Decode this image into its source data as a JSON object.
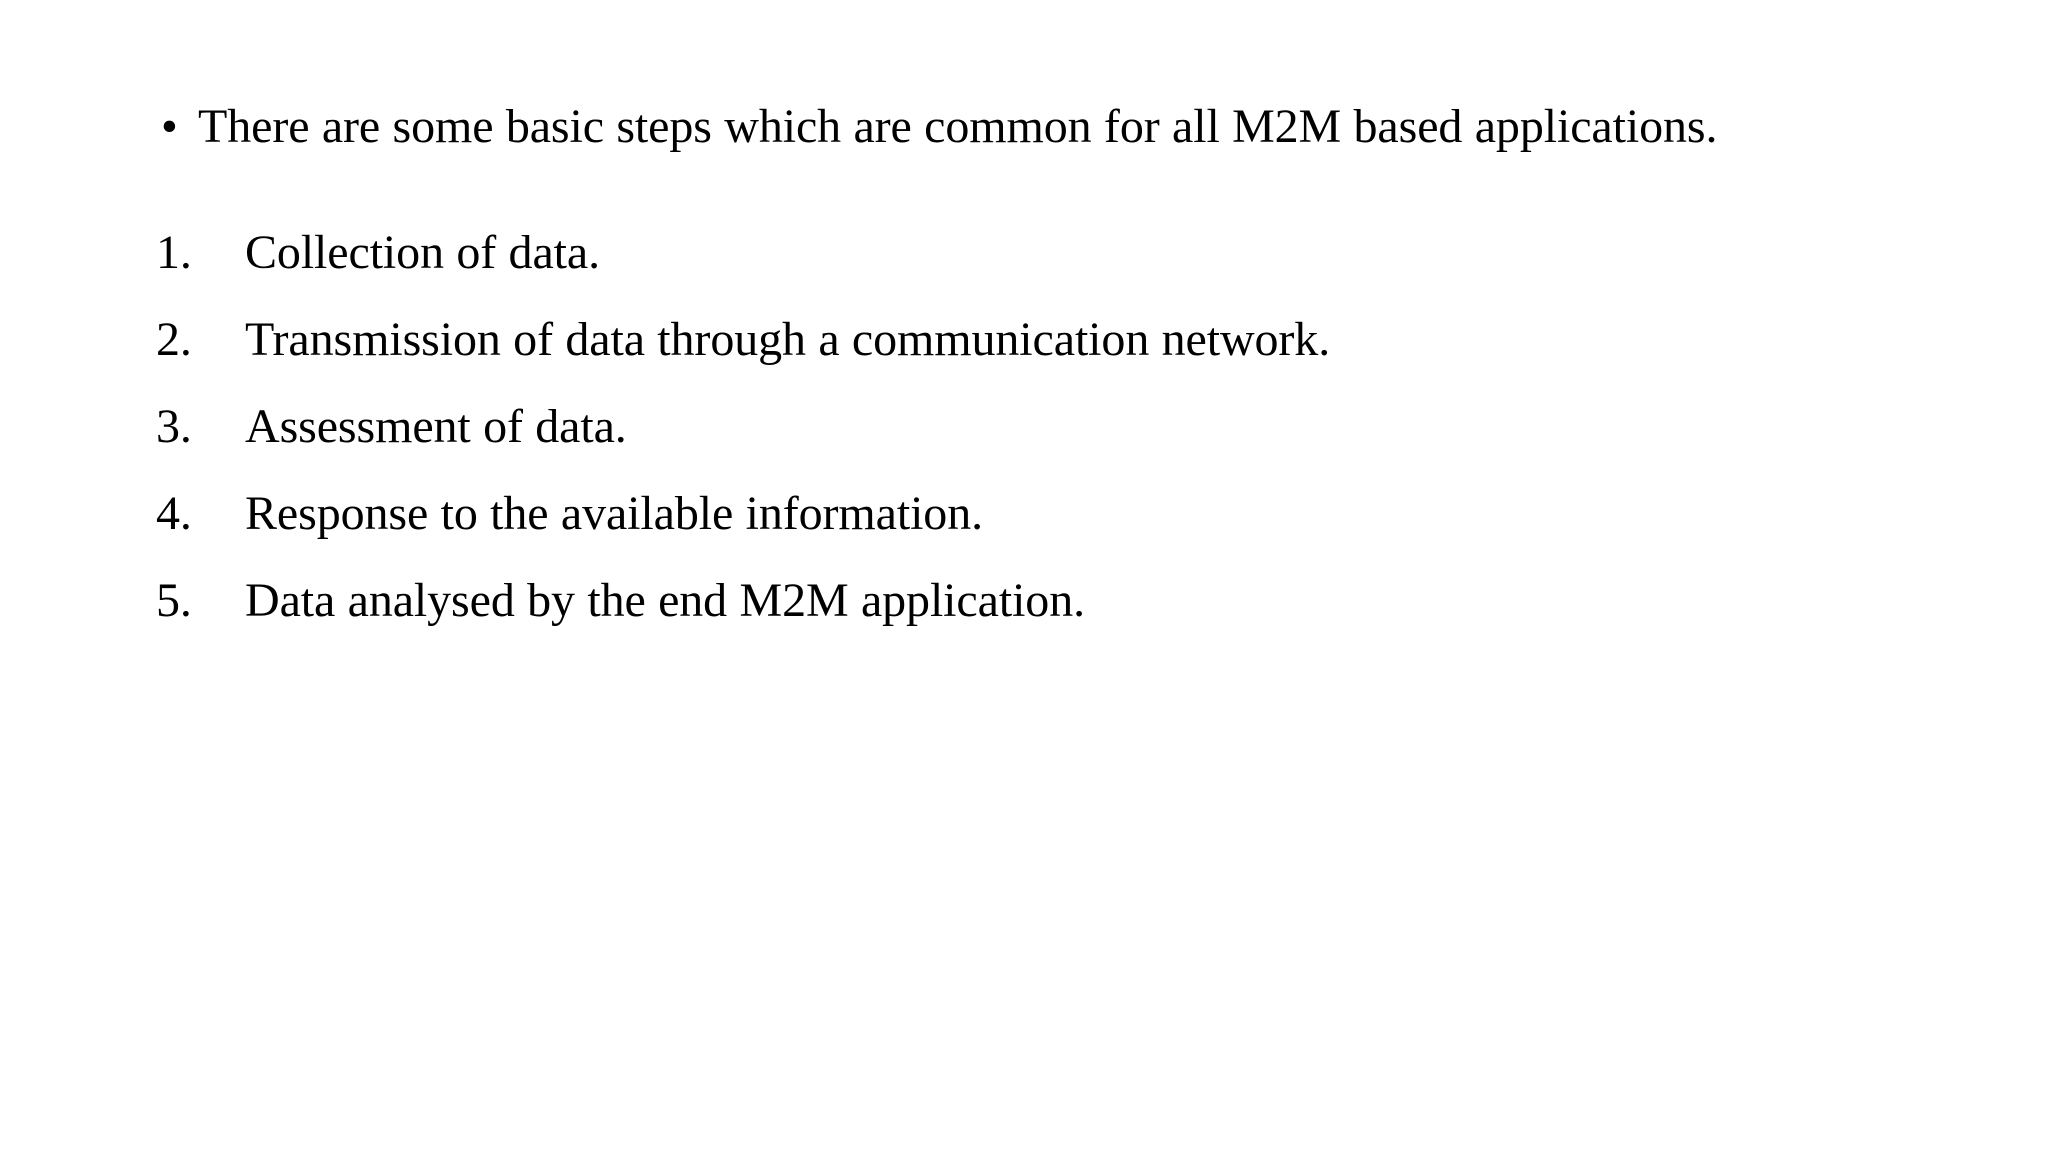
{
  "slide": {
    "background_color": "#ffffff",
    "text_color": "#000000",
    "bullets": [
      {
        "marker": "•",
        "text": "There are some basic steps which are common for all M2M based applications."
      }
    ],
    "numbered_steps": [
      {
        "number": "1.",
        "text": "Collection of data."
      },
      {
        "number": "2.",
        "text": "Transmission of data through a communication network."
      },
      {
        "number": "3.",
        "text": "Assessment of data."
      },
      {
        "number": "4.",
        "text": "Response to the available information."
      },
      {
        "number": "5.",
        "text": "Data analysed by the end M2M application."
      }
    ]
  }
}
